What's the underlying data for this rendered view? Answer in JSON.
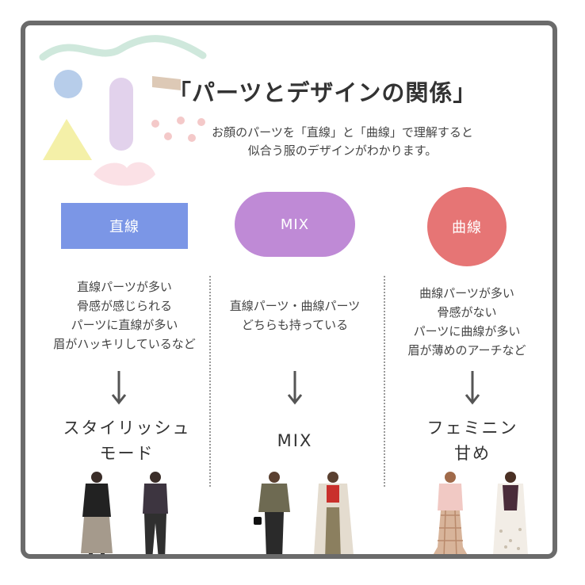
{
  "title": "「パーツとデザインの関係」",
  "subtitle": [
    "お顔のパーツを「直線」と「曲線」で理解すると",
    "似合う服のデザインがわかります。"
  ],
  "colors": {
    "frame": "#6b6b6b",
    "straight": "#7b96e6",
    "mix": "#bf8ad6",
    "curve": "#e67575",
    "arrow": "#555555"
  },
  "columns": [
    {
      "badge": "直線",
      "desc": [
        "直線パーツが多い",
        "骨感が感じられる",
        "パーツに直線が多い",
        "眉がハッキリしているなど"
      ],
      "result": [
        "スタイリッシュ",
        "モード"
      ]
    },
    {
      "badge": "MIX",
      "desc": [
        "直線パーツ・曲線パーツ",
        "どちらも持っている"
      ],
      "result": [
        "MIX"
      ]
    },
    {
      "badge": "曲線",
      "desc": [
        "曲線パーツが多い",
        "骨感がない",
        "パーツに曲線が多い",
        "眉が薄めのアーチなど"
      ],
      "result": [
        "フェミニン",
        "甘め"
      ]
    }
  ],
  "icons": [
    "arrow-down-icon"
  ]
}
